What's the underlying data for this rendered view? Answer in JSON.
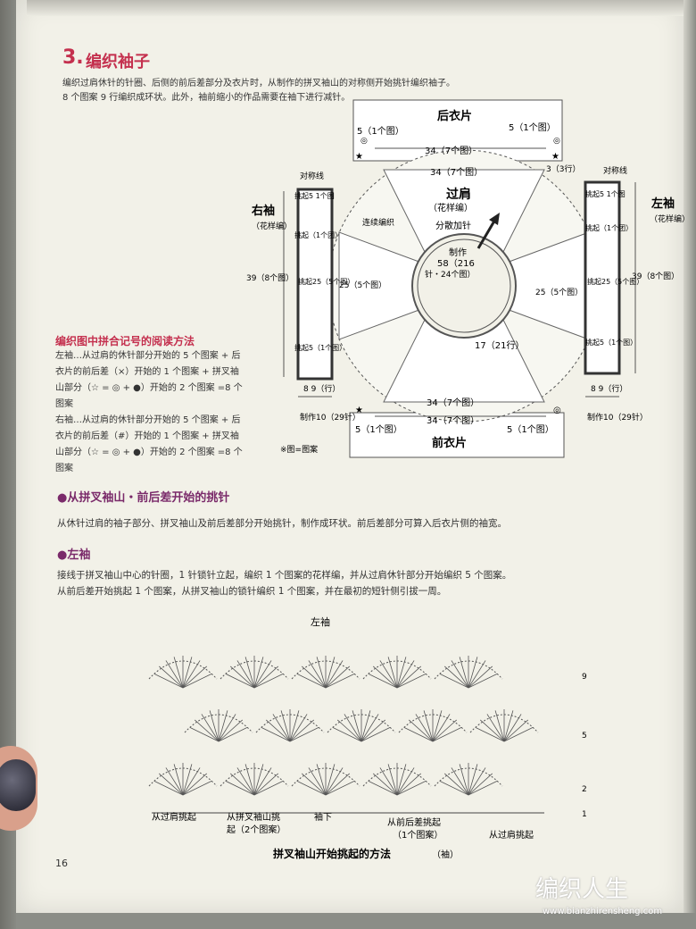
{
  "heading": {
    "number": "3.",
    "title": "编织袖子"
  },
  "intro": {
    "line1": "编织过肩休针的针圈、后侧的前后差部分及衣片时，从制作的拼叉袖山的对称侧开始挑针编织袖子。",
    "line2": "8 个图案 9 行编织成环状。此外，袖前缩小的作品需要在袖下进行减针。"
  },
  "diagram": {
    "back_label": "后衣片",
    "front_label": "前衣片",
    "center_title": "过肩",
    "center_subtitle": "（花样编）",
    "spread_label": "分散加针",
    "make_center": "制作",
    "make_center2": "58（216",
    "make_center3": "针・24个图）",
    "right_sleeve": "右袖",
    "right_sleeve_sub": "（花样编）",
    "left_sleeve": "左袖",
    "left_sleeve_sub": "（花样编）",
    "sym_line": "对称线",
    "link_stitch": "连续编织",
    "back_5_left": "5（1个图）",
    "back_5_right": "5（1个图）",
    "back_34": "34（7个图）",
    "yoke_34_top": "34（7个图）",
    "yoke_34_bottom": "34（7个图）",
    "front_34": "34（7个图）",
    "front_5_left": "5（1个图）",
    "front_5_right": "5（1个图）",
    "three_rows": "3（3行）",
    "seventeen": "17（21行）",
    "petal_25_left": "25（5个图）",
    "petal_25_right": "25（5个图）",
    "len_39": "39（8个图）",
    "pick_5_top": "挑起5 1个图",
    "pick_1": "挑起（1个团）",
    "pick_25": "挑起25（5个图）",
    "pick_5_bottom": "挑起5（1个图）",
    "width_89": "8 9（行）",
    "make_10": "制作10（29针）",
    "legend": "※图=图案"
  },
  "note": {
    "title": "编织图中拼合记号的阅读方法",
    "l1": "左袖…从过肩的休针部分开始的 5 个图案 + 后",
    "l2": "衣片的前后差（×）开始的 1 个图案 + 拼叉袖",
    "l3": "山部分（☆ = ◎ + ●）开始的 2 个图案 =8 个",
    "l4": "图案",
    "l5": "右袖…从过肩的休针部分开始的 5 个图案 + 后",
    "l6": "衣片的前后差（#）开始的 1 个图案 + 拼叉袖",
    "l7": "山部分（☆ = ◎ + ●）开始的 2 个图案 =8 个",
    "l8": "图案"
  },
  "section1": {
    "title": "●从拼叉袖山・前后差开始的挑针",
    "text": "从休针过肩的袖子部分、拼叉袖山及前后差部分开始挑针，制作成环状。前后差部分可算入后衣片侧的袖宽。"
  },
  "section2": {
    "title": "●左袖",
    "text1": "接线于拼叉袖山中心的针圈，1 针锁针立起，编织 1 个图案的花样编，并从过肩休针部分开始编织 5 个图案。",
    "text2": "从前后差开始挑起 1 个图案，从拼叉袖山的锁针编织 1 个图案，并在最初的短针侧引拔一周。"
  },
  "chart": {
    "title": "左袖",
    "row_labels": [
      "9",
      "5",
      "2",
      "1"
    ],
    "label_a": "从过肩挑起",
    "label_b": "从拼叉袖山挑",
    "label_b2": "起（2个图案）",
    "label_c": "袖下",
    "label_d": "从前后差挑起",
    "label_d2": "（1个图案）",
    "label_e": "从过肩挑起",
    "caption": "拼叉袖山开始挑起的方法",
    "caption_sub": "（袖）"
  },
  "page_number": "16",
  "watermark": {
    "logo": "编织人生",
    "url": "www.bianzhirensheng.com"
  }
}
